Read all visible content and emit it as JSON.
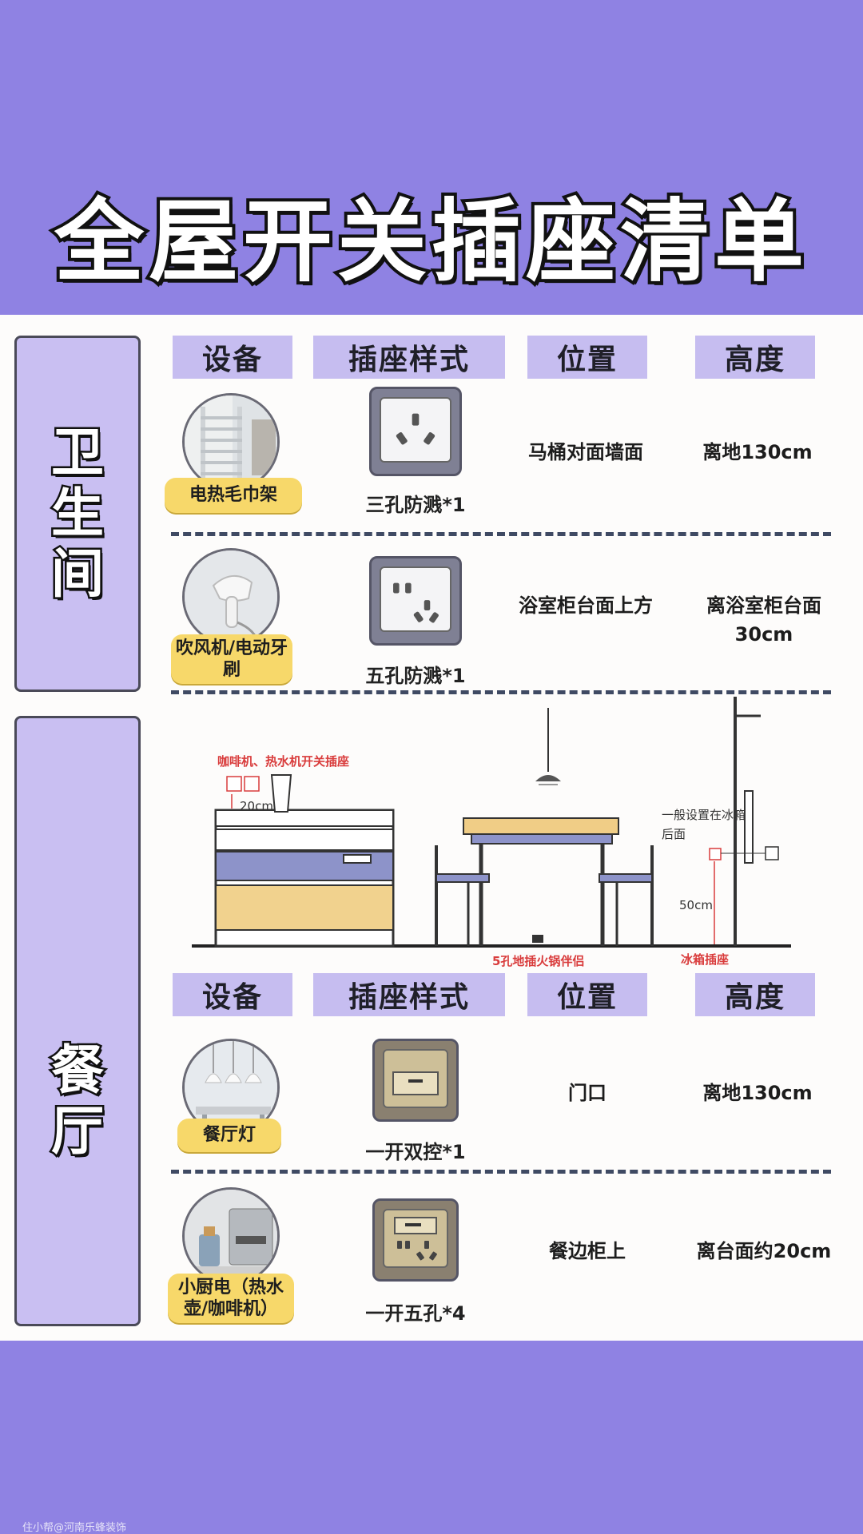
{
  "title": "全屋开关插座清单",
  "headers": {
    "device": "设备",
    "style": "插座样式",
    "position": "位置",
    "height": "高度"
  },
  "bathroom": {
    "room_chars": [
      "卫",
      "生",
      "间"
    ],
    "rows": [
      {
        "device": "电热毛巾架",
        "icon": "towel-rack-photo",
        "socket_icon": "three-pin-socket-icon",
        "style": "三孔防溅*1",
        "position": "马桶对面墙面",
        "height": "离地130cm"
      },
      {
        "device": "吹风机/电动牙刷",
        "icon": "hair-dryer-photo",
        "socket_icon": "five-pin-socket-icon",
        "style": "五孔防溅*1",
        "position": "浴室柜台面上方",
        "height": "离浴室柜台面30cm"
      }
    ]
  },
  "scene": {
    "coffee_label": "咖啡机、热水机开关插座",
    "coffee_dim": "20cm",
    "fridge_note": "一般设置在冰箱后面",
    "fridge_dim": "50cm",
    "floor_label": "5孔地插火锅伴侣",
    "fridge_label": "冰箱插座"
  },
  "dining": {
    "room_chars": [
      "餐",
      "厅"
    ],
    "rows": [
      {
        "device": "餐厅灯",
        "icon": "pendant-lamp-photo",
        "socket_icon": "single-switch-icon",
        "style": "一开双控*1",
        "position": "门口",
        "height": "离地130cm"
      },
      {
        "device": "小厨电（热水壶/咖啡机）",
        "icon": "coffee-machine-photo",
        "socket_icon": "switch-five-pin-socket-icon",
        "style": "一开五孔*4",
        "position": "餐边柜上",
        "height": "离台面约20cm"
      }
    ]
  },
  "watermark": "住小帮@河南乐蜂装饰",
  "colors": {
    "background": "#8f82e3",
    "header": "#c6bdf0",
    "pill": "#f7d86a",
    "panel": "#fdfcfb"
  }
}
